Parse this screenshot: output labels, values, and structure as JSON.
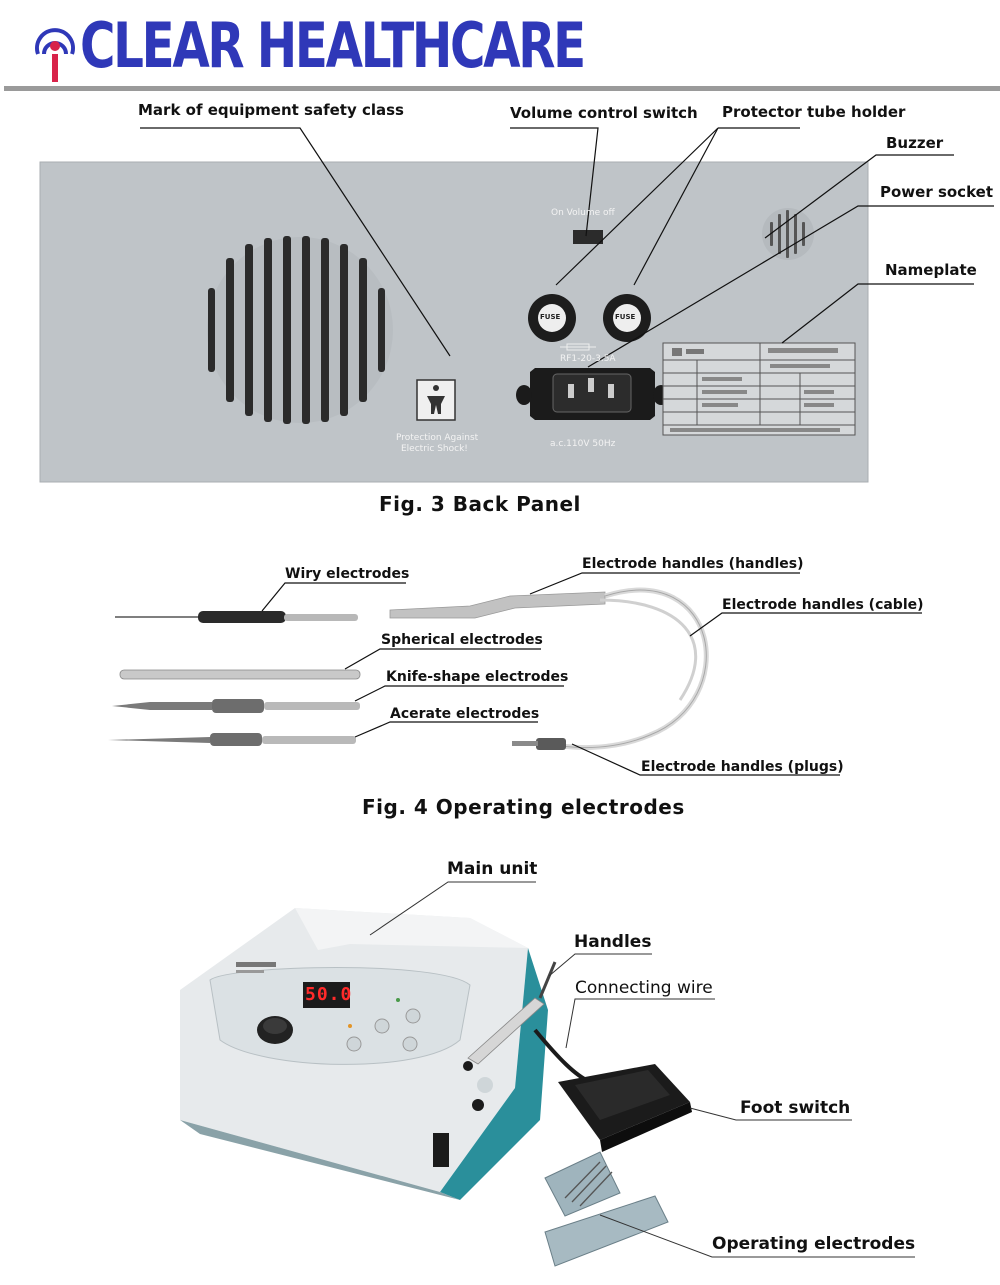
{
  "brand": {
    "name": "CLEAR HEALTHCARE",
    "accent": "#2f38b8",
    "mark_color": "#d8234a",
    "mark": "signal-i-logo"
  },
  "fig3": {
    "caption": "Fig. 3  Back Panel",
    "labels": {
      "safety_class": "Mark of equipment safety class",
      "volume": "Volume control switch",
      "protector": "Protector tube holder",
      "buzzer": "Buzzer",
      "power": "Power socket",
      "nameplate": "Nameplate"
    },
    "panel_text": {
      "volume_switch": "On  Volume  off",
      "fuse_rating": "RF1-20-3.5A",
      "voltage": "a.c.110V 50Hz",
      "protection": "Protection Against",
      "shock": "Electric Shock!",
      "fuse_cap": "FUSE"
    }
  },
  "fig4": {
    "caption": "Fig. 4   Operating electrodes",
    "labels": {
      "wiry": "Wiry electrodes",
      "spherical": "Spherical electrodes",
      "knife": "Knife-shape electrodes",
      "acerate": "Acerate electrodes",
      "handles": "Electrode handles (handles)",
      "cable": "Electrode handles (cable)",
      "plugs": "Electrode handles (plugs)"
    }
  },
  "fig5": {
    "labels": {
      "main_unit": "Main unit",
      "handles": "Handles",
      "wire": "Connecting  wire",
      "foot": "Foot switch",
      "electrodes": "Operating electrodes"
    },
    "display": "50.0"
  }
}
